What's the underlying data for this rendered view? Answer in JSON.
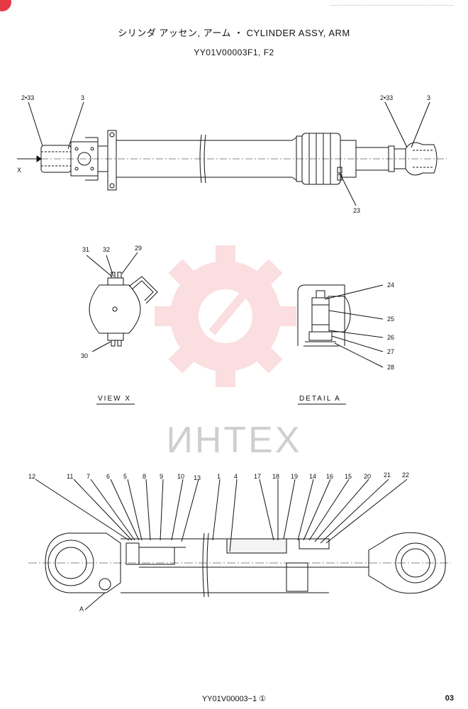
{
  "header": {
    "title": "シリンダ アッセン, アーム ・ CYLINDER ASSY, ARM",
    "subtitle": "YY01V00003F1, F2"
  },
  "views": {
    "view_x": "VIEW X",
    "detail_a": "DETAIL A",
    "arrow_x": "X",
    "detail_marker": "A"
  },
  "top_labels": {
    "left_233": "2•33",
    "left_3": "3",
    "right_233": "2•33",
    "right_3": "3",
    "n23": "23"
  },
  "viewx_labels": {
    "n31": "31",
    "n32": "32",
    "n29": "29",
    "n30": "30"
  },
  "detail_labels": {
    "n24": "24",
    "n25": "25",
    "n26": "26",
    "n27": "27",
    "n28": "28"
  },
  "section_labels": {
    "n12": "12",
    "n11": "11",
    "n7": "7",
    "n6": "6",
    "n5": "5",
    "n8": "8",
    "n9": "9",
    "n10": "10",
    "n13": "13",
    "n1": "1",
    "n4": "4",
    "n17": "17",
    "n18": "18",
    "n19": "19",
    "n14": "14",
    "n16": "16",
    "n15": "15",
    "n20": "20",
    "n21": "21",
    "n22": "22"
  },
  "watermark": {
    "text": "ИНТЕХ",
    "color": "#e63946"
  },
  "footer": {
    "code": "YY01V00003−1 ①",
    "page": "03"
  }
}
